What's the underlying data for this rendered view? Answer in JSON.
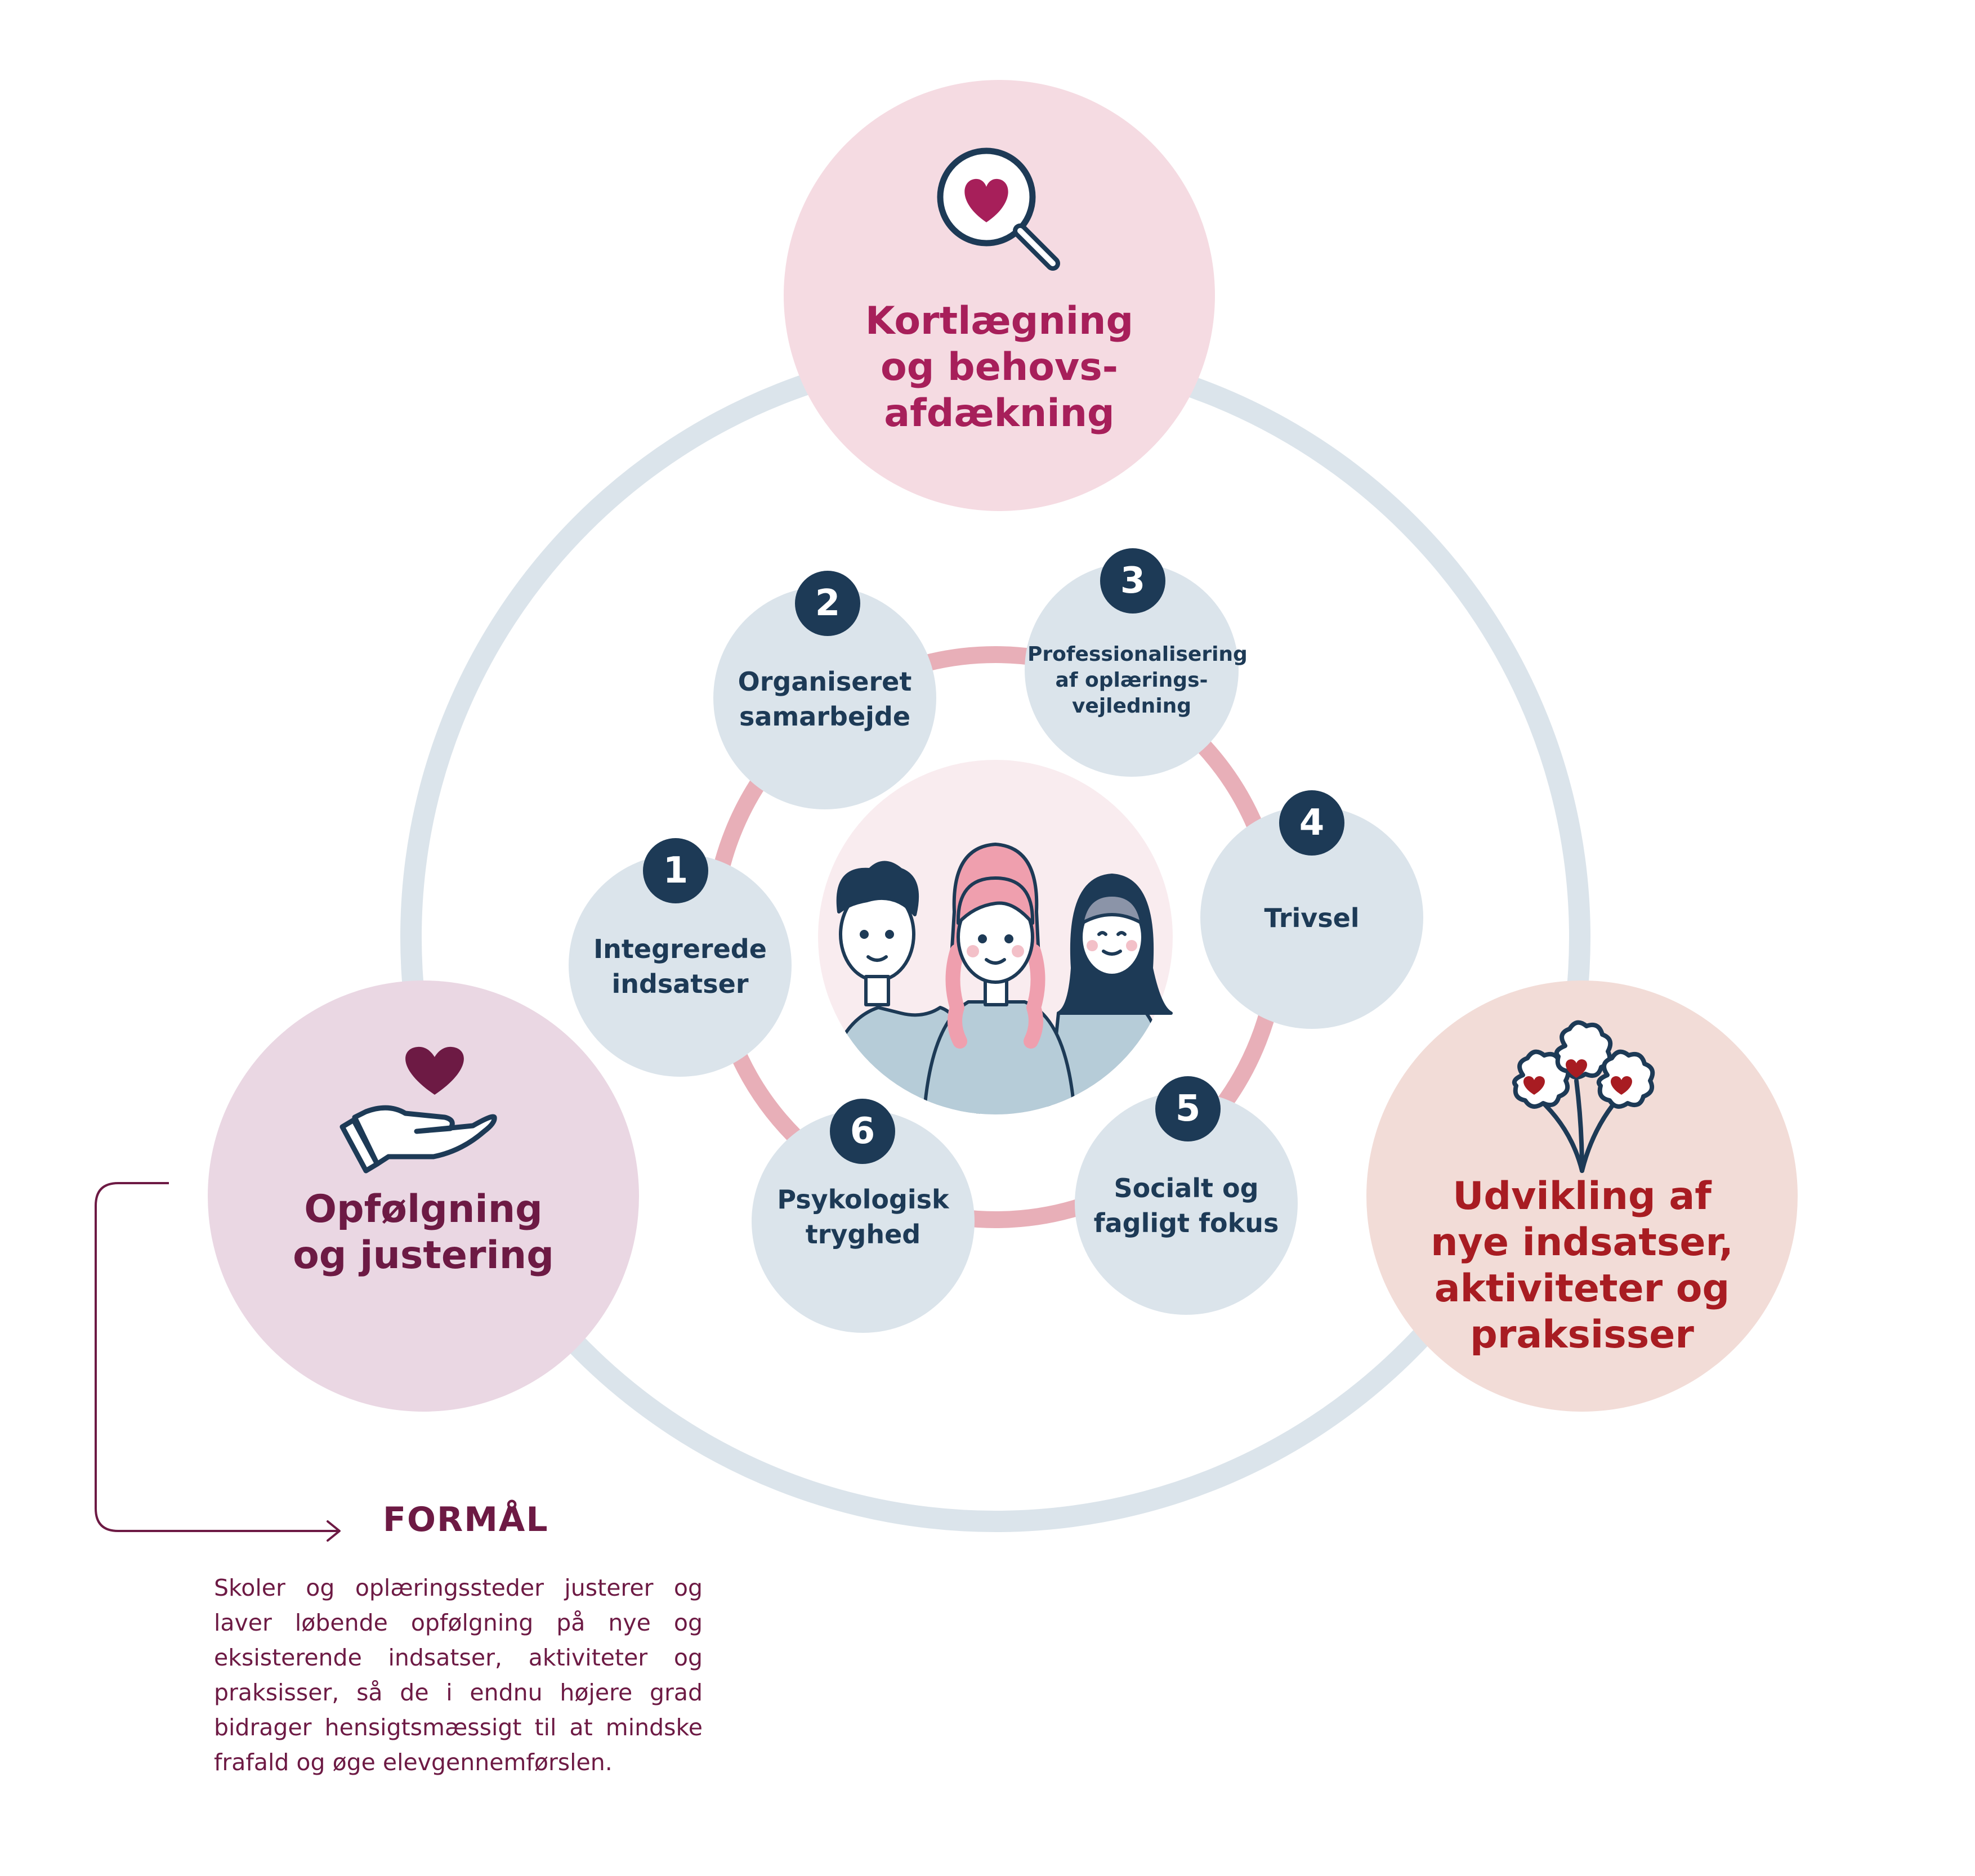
{
  "colors": {
    "outer_ring": "#dbe4eb",
    "inner_ring": "#e8afb8",
    "node_fill": "#dbe4eb",
    "badge_fill": "#1d3a56",
    "navy_text": "#1d3a56",
    "pink_circle": "#f5dbe2",
    "pink_text": "#a71f5a",
    "mauve_circle": "#ead7e3",
    "mauve_text": "#6d1a44",
    "peach_circle": "#f2dcd7",
    "red_text": "#a81c22"
  },
  "phases": {
    "top": {
      "label": "Kortlægning\nog behovs-\nafdækning",
      "icon": "magnifier-heart-icon"
    },
    "left": {
      "label": "Opfølgning\nog justering",
      "icon": "hand-heart-icon"
    },
    "right": {
      "label": "Udvikling af\nnye indsatser,\naktiviteter og\npraksisser",
      "icon": "heart-flowers-icon"
    }
  },
  "focus_areas": [
    {
      "number": "1",
      "label": "Integrerede\nindsatser"
    },
    {
      "number": "2",
      "label": "Organiseret\nsamarbejde"
    },
    {
      "number": "3",
      "label": "Professionalisering\naf oplærings-\nvejledning"
    },
    {
      "number": "4",
      "label": "Trivsel"
    },
    {
      "number": "5",
      "label": "Socialt og\nfagligt fokus"
    },
    {
      "number": "6",
      "label": "Psykologisk\ntryghed"
    }
  ],
  "center_icon": "students-group-icon",
  "formal": {
    "title": "FORMÅL",
    "text": "Skoler og oplæringssteder justerer og laver løbende opfølgning på nye og eksisterende indsatser, aktiviteter og praksisser, så de i endnu højere grad bidrager hensigtsmæssigt til at mindske frafald og øge elevgennemførslen."
  }
}
